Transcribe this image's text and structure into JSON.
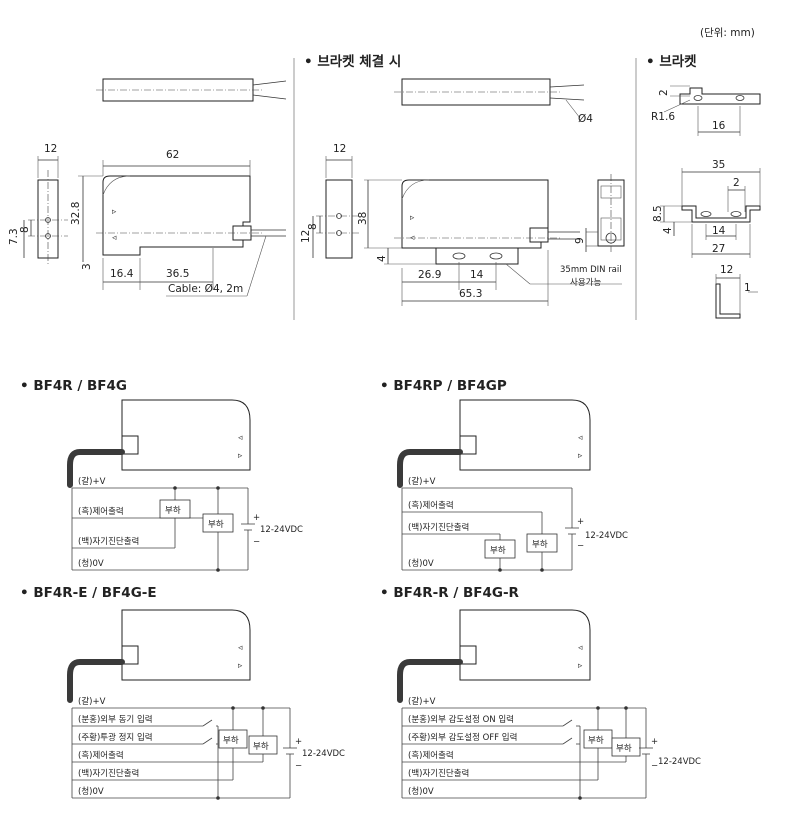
{
  "unit_note": "(단위: mm)",
  "headings": {
    "bracket_mount": "• 브라켓 체결 시",
    "bracket": "• 브라켓",
    "bf4r_bf4g": "• BF4R / BF4G",
    "bf4rp_bf4gp": "• BF4RP / BF4GP",
    "bf4r_e": "• BF4R-E / BF4G-E",
    "bf4r_r": "• BF4R-R / BF4G-R"
  },
  "dims_main": {
    "width12": "12",
    "length62": "62",
    "h7_3": "7.3",
    "h8": "8",
    "h32_8": "32.8",
    "h3": "3",
    "d16_4": "16.4",
    "d36_5": "36.5",
    "cable": "Cable: Ø4, 2m"
  },
  "dims_mount": {
    "width12": "12",
    "h12": "12",
    "h8": "8",
    "h38": "38",
    "h4": "4",
    "d26_9": "26.9",
    "d14": "14",
    "d65_3": "65.3",
    "h9": "9",
    "phi4": "Ø4",
    "rail1": "35mm DIN rail",
    "rail2": "사용가능"
  },
  "dims_bracket": {
    "d2": "2",
    "r1_6": "R1.6",
    "d16": "16",
    "d35": "35",
    "d2b": "2",
    "h8_5": "8.5",
    "h4": "4",
    "d14": "14",
    "d27": "27",
    "d12": "12",
    "d1": "1"
  },
  "circuit_bf4r": {
    "brown": "(갈)+V",
    "black": "(흑)제어출력",
    "white": "(백)자기진단출력",
    "blue": "(청)0V",
    "load": "부하",
    "supply": "12-24VDC"
  },
  "circuit_bf4rp": {
    "brown": "(갈)+V",
    "black": "(흑)제어출력",
    "white": "(백)자기진단출력",
    "blue": "(청)0V",
    "load": "부하",
    "supply": "12-24VDC"
  },
  "circuit_e": {
    "brown": "(갈)+V",
    "pink": "(분홍)외부 동기 입력",
    "orange": "(주황)투광 정지 입력",
    "black": "(흑)제어출력",
    "white": "(백)자기진단출력",
    "blue": "(청)0V",
    "load": "부하",
    "supply": "12-24VDC"
  },
  "circuit_r": {
    "brown": "(갈)+V",
    "pink": "(분홍)외부 감도설정 ON 입력",
    "orange": "(주황)외부 감도설정 OFF 입력",
    "black": "(흑)제어출력",
    "white": "(백)자기진단출력",
    "blue": "(청)0V",
    "load": "부하",
    "supply": "12-24VDC"
  },
  "polarity": {
    "plus": "+",
    "minus": "−"
  }
}
